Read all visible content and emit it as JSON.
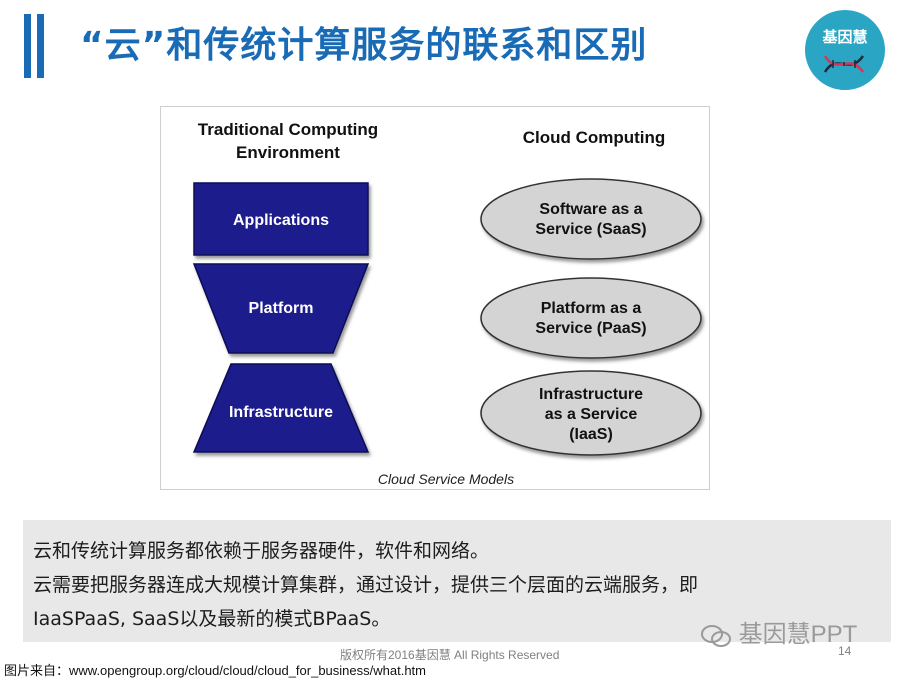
{
  "slide": {
    "title": "“云”和传统计算服务的联系和区别",
    "logo_text": "基因慧"
  },
  "diagram": {
    "left_heading_line1": "Traditional Computing",
    "left_heading_line2": "Environment",
    "right_heading": "Cloud Computing",
    "left_layers": [
      "Applications",
      "Platform",
      "Infrastructure"
    ],
    "cloud_services": [
      {
        "line1": "Software as a",
        "line2": "Service (SaaS)"
      },
      {
        "line1": "Platform as a",
        "line2": "Service (PaaS)"
      },
      {
        "line1": "Infrastructure",
        "line2": "as a Service",
        "line3": "(IaaS)"
      }
    ],
    "caption": "Cloud Service Models",
    "colors": {
      "layer_fill": "#1a1a8c",
      "oval_fill": "#d4d4d4"
    }
  },
  "text_box": {
    "line1": "云和传统计算服务都依赖于服务器硬件，软件和网络。",
    "line2": "云需要把服务器连成大规模计算集群，通过设计，提供三个层面的云端服务，即",
    "line3": "IaaSPaaS, SaaS以及最新的模式BPaaS。"
  },
  "footer": {
    "copyright": "版权所有2016基因慧 All Rights Reserved",
    "page_number": "14",
    "watermark": "基因慧PPT",
    "source": "图片来自：www.opengroup.org/cloud/cloud/cloud_for_business/what.htm"
  }
}
